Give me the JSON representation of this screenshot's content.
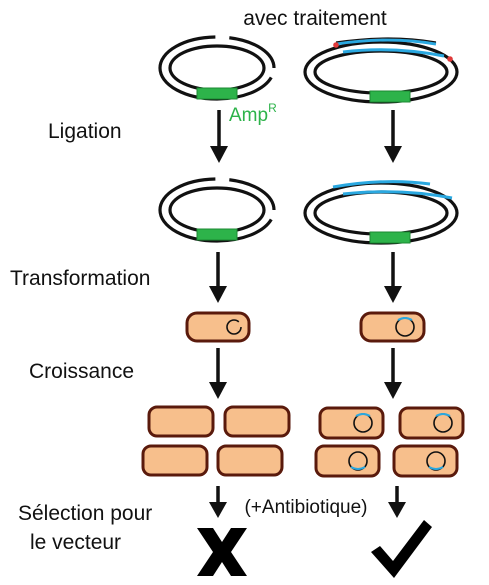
{
  "labels": {
    "header": "avec traitement",
    "amp_gene": "Amp",
    "amp_gene_sup": "R",
    "step_ligation": "Ligation",
    "step_transformation": "Transformation",
    "step_croissance": "Croissance",
    "step_selection_line1": "Sélection pour",
    "step_selection_line2": "le vecteur",
    "antibiotic": "(+Antibiotique)"
  },
  "results": {
    "left": "fail-cross",
    "right": "success-check"
  },
  "colors": {
    "resistance_gene": "#2db34a",
    "insert_dna": "#2aa8e0",
    "cell_fill": "#f7bf8c",
    "cell_outline": "#5a1a0c",
    "sticky_end": "#e03a3a",
    "amp_label": "#2db34a"
  }
}
